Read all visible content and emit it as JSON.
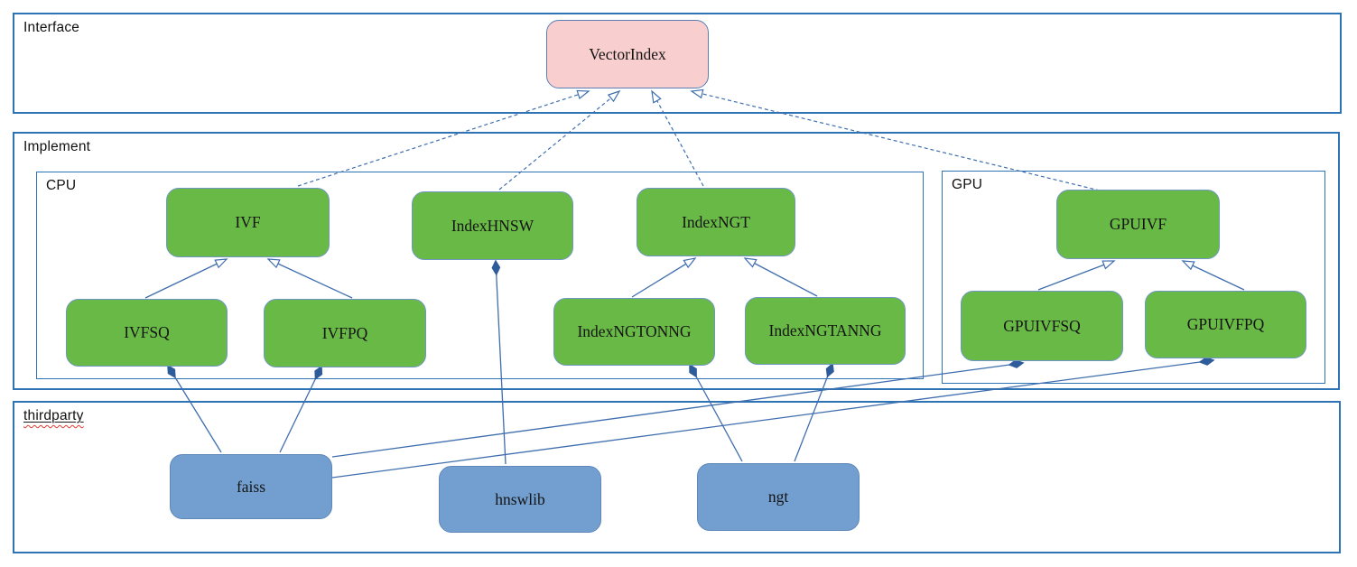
{
  "sections": {
    "interface": {
      "label": "Interface"
    },
    "implement": {
      "label": "Implement"
    },
    "cpu": {
      "label": "CPU"
    },
    "gpu": {
      "label": "GPU"
    },
    "thirdparty": {
      "label": "thirdparty"
    }
  },
  "nodes": {
    "vectorindex": {
      "label": "VectorIndex",
      "kind": "interface"
    },
    "ivf": {
      "label": "IVF",
      "kind": "implement-cpu"
    },
    "indexhnsw": {
      "label": "IndexHNSW",
      "kind": "implement-cpu"
    },
    "indexngt": {
      "label": "IndexNGT",
      "kind": "implement-cpu"
    },
    "gpuivf": {
      "label": "GPUIVF",
      "kind": "implement-gpu"
    },
    "ivfsq": {
      "label": "IVFSQ",
      "kind": "implement-cpu"
    },
    "ivfpq": {
      "label": "IVFPQ",
      "kind": "implement-cpu"
    },
    "indexngtonng": {
      "label": "IndexNGTONNG",
      "kind": "implement-cpu"
    },
    "indexngtanng": {
      "label": "IndexNGTANNG",
      "kind": "implement-cpu"
    },
    "gpuivfsq": {
      "label": "GPUIVFSQ",
      "kind": "implement-gpu"
    },
    "gpuivfpq": {
      "label": "GPUIVFPQ",
      "kind": "implement-gpu"
    },
    "faiss": {
      "label": "faiss",
      "kind": "thirdparty"
    },
    "hnswlib": {
      "label": "hnswlib",
      "kind": "thirdparty"
    },
    "ngt": {
      "label": "ngt",
      "kind": "thirdparty"
    }
  },
  "relationships": [
    {
      "from": "IVF",
      "to": "VectorIndex",
      "type": "realization"
    },
    {
      "from": "IndexHNSW",
      "to": "VectorIndex",
      "type": "realization"
    },
    {
      "from": "IndexNGT",
      "to": "VectorIndex",
      "type": "realization"
    },
    {
      "from": "GPUIVF",
      "to": "VectorIndex",
      "type": "realization"
    },
    {
      "from": "IVFSQ",
      "to": "IVF",
      "type": "inheritance"
    },
    {
      "from": "IVFPQ",
      "to": "IVF",
      "type": "inheritance"
    },
    {
      "from": "IndexNGTONNG",
      "to": "IndexNGT",
      "type": "inheritance"
    },
    {
      "from": "IndexNGTANNG",
      "to": "IndexNGT",
      "type": "inheritance"
    },
    {
      "from": "GPUIVFSQ",
      "to": "GPUIVF",
      "type": "inheritance"
    },
    {
      "from": "GPUIVFPQ",
      "to": "GPUIVF",
      "type": "inheritance"
    },
    {
      "from": "faiss",
      "to": "IVFSQ",
      "type": "composition"
    },
    {
      "from": "faiss",
      "to": "IVFPQ",
      "type": "composition"
    },
    {
      "from": "faiss",
      "to": "GPUIVFSQ",
      "type": "composition"
    },
    {
      "from": "faiss",
      "to": "GPUIVFPQ",
      "type": "composition"
    },
    {
      "from": "hnswlib",
      "to": "IndexHNSW",
      "type": "composition"
    },
    {
      "from": "ngt",
      "to": "IndexNGTONNG",
      "type": "composition"
    },
    {
      "from": "ngt",
      "to": "IndexNGTANNG",
      "type": "composition"
    }
  ],
  "colors": {
    "interface_node_fill": "#f8cfce",
    "implement_node_fill": "#69b946",
    "thirdparty_node_fill": "#729fcf",
    "frame_border": "#2e74b5",
    "edge_line": "#3f6eae",
    "diamond_fill": "#2e5c9b",
    "spellcheck_underline": "#e03c31"
  }
}
